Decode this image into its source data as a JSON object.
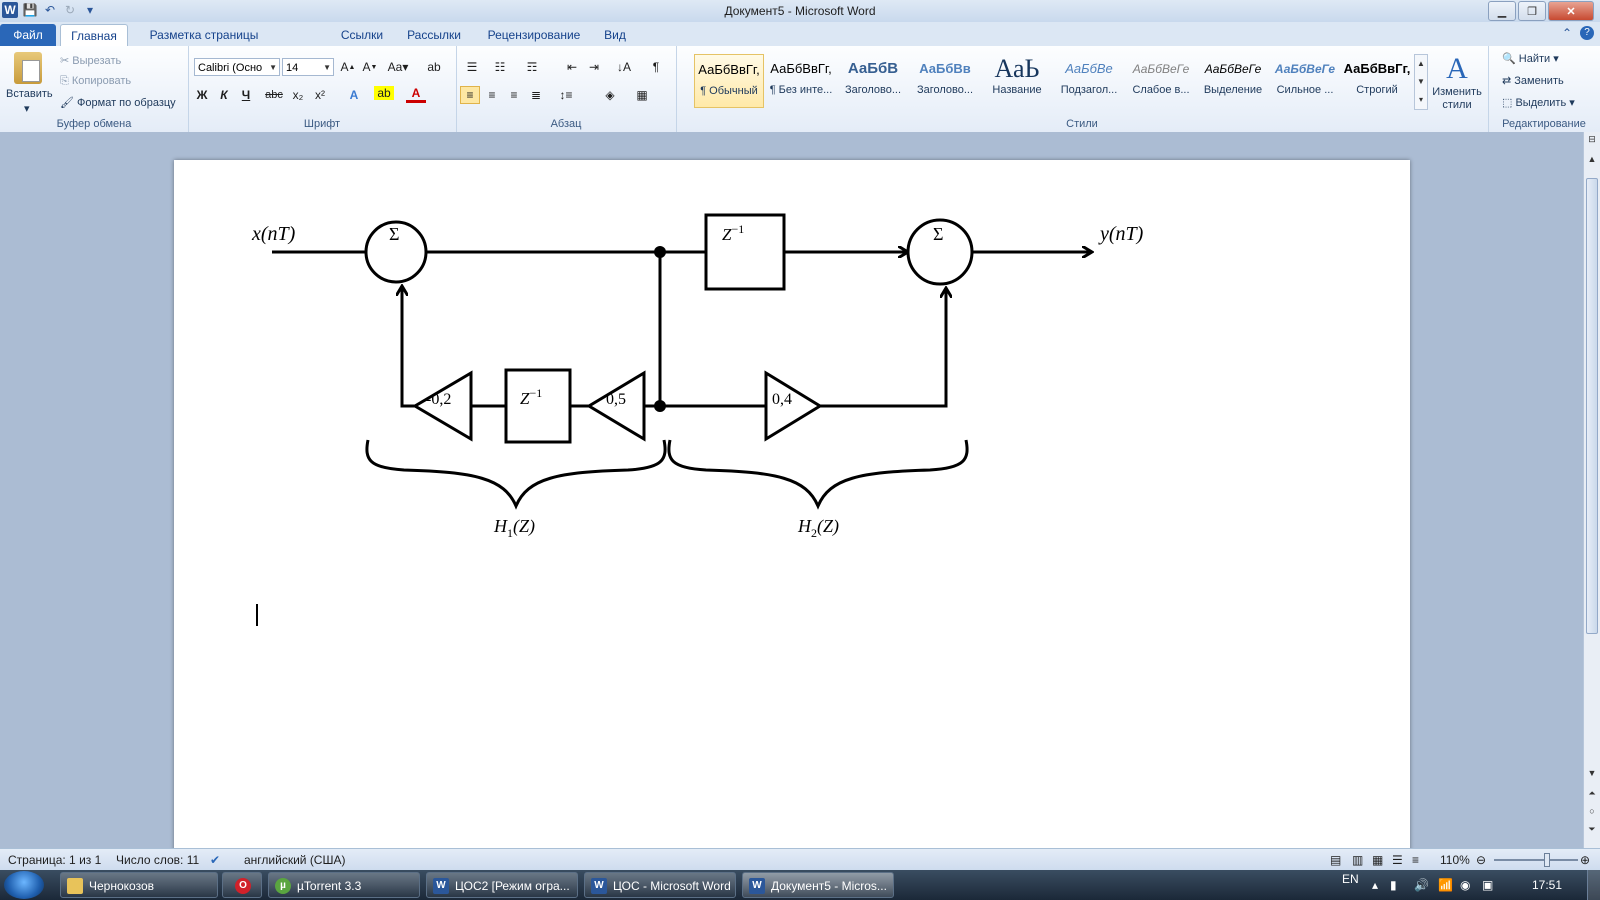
{
  "window": {
    "title": "Документ5  -  Microsoft Word",
    "controls": [
      "▁",
      "❐",
      "✕"
    ]
  },
  "qat": [
    "W",
    "💾",
    "↶",
    "↻"
  ],
  "tabs": [
    {
      "label": "Файл"
    },
    {
      "label": "Главная"
    },
    {
      "label": "Разметка страницы"
    },
    {
      "label": "Ссылки"
    },
    {
      "label": "Рассылки"
    },
    {
      "label": "Рецензирование"
    },
    {
      "label": "Вид"
    }
  ],
  "clipboard": {
    "paste": "Вставить",
    "cut": "Вырезать",
    "copy": "Копировать",
    "format_painter": "Формат по образцу",
    "label": "Буфер обмена"
  },
  "font": {
    "name": "Calibri (Осно",
    "size": "14",
    "label": "Шрифт",
    "bold": "Ж",
    "italic": "К",
    "underline": "Ч",
    "strike": "abc",
    "sub": "x₂",
    "sup": "x²"
  },
  "paragraph": {
    "label": "Абзац"
  },
  "styles": {
    "label": "Стили",
    "items": [
      {
        "preview": "АаБбВвГг,",
        "name": "¶ Обычный"
      },
      {
        "preview": "АаБбВвГг,",
        "name": "¶ Без инте..."
      },
      {
        "preview": "АаБбВ",
        "name": "Заголово..."
      },
      {
        "preview": "АаБбВв",
        "name": "Заголово..."
      },
      {
        "preview": "АаЬ",
        "name": "Название"
      },
      {
        "preview": "АаБбВе",
        "name": "Подзагол..."
      },
      {
        "preview": "АаБбВеГе",
        "name": "Слабое в..."
      },
      {
        "preview": "АаБбВеГе",
        "name": "Выделение"
      },
      {
        "preview": "АаБбВеГе",
        "name": "Сильное ..."
      },
      {
        "preview": "АаБбВвГг,",
        "name": "Строгий"
      }
    ],
    "change": "Изменить стили"
  },
  "editing": {
    "label": "Редактирование",
    "find": "Найти",
    "replace": "Заменить",
    "select": "Выделить"
  },
  "diagram": {
    "x_label": "x(nT)",
    "y_label": "y(nT)",
    "sum_symbol": "Σ",
    "delay_base": "Z",
    "delay_exp": "−1",
    "gain_a": "-0,2",
    "gain_b": "0,5",
    "gain_c": "0,4",
    "h1": "H",
    "h1_sub": "1",
    "h1_arg": "(Z)",
    "h2": "H",
    "h2_sub": "2",
    "h2_arg": "(Z)"
  },
  "status": {
    "page": "Страница: 1 из 1",
    "words": "Число слов: 11",
    "lang": "английский (США)",
    "zoom": "110%"
  },
  "taskbar": {
    "items": [
      {
        "label": "Чернокозов",
        "icon": "folder-icon"
      },
      {
        "label": "",
        "icon": "opera-icon"
      },
      {
        "label": "µTorrent 3.3",
        "icon": "utorrent-icon"
      },
      {
        "label": "ЦОС2 [Режим огра...",
        "icon": "word-icon"
      },
      {
        "label": "ЦОС - Microsoft Word",
        "icon": "word-icon"
      },
      {
        "label": "Документ5 - Micros...",
        "icon": "word-icon"
      }
    ],
    "lang": "EN",
    "time": "17:51"
  }
}
